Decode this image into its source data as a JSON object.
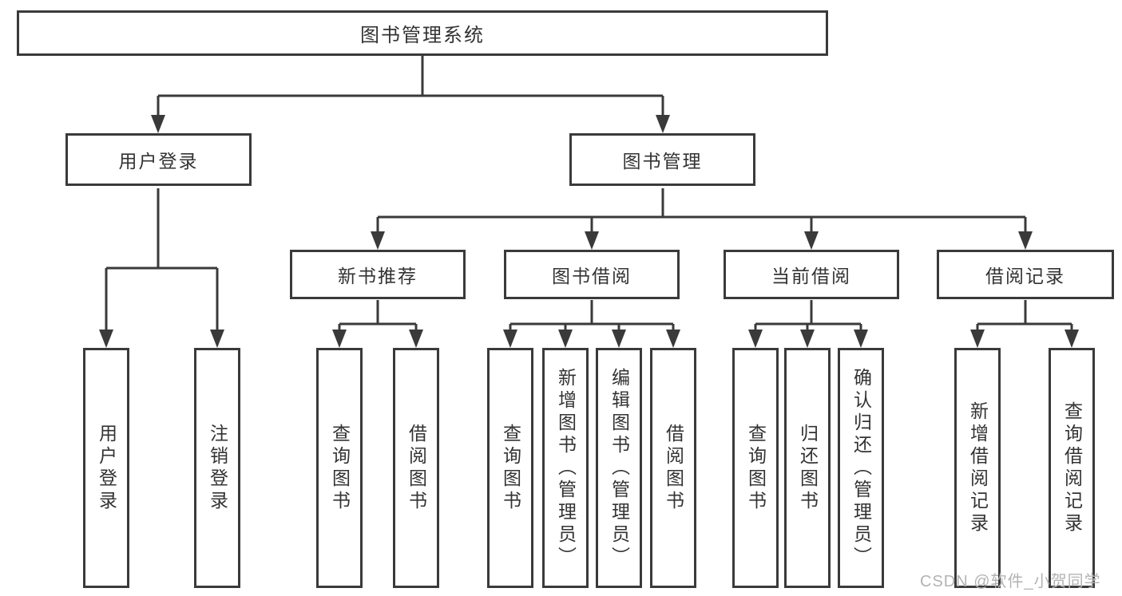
{
  "diagram": {
    "root": {
      "label": "图书管理系统"
    },
    "level2": [
      {
        "label": "用户登录"
      },
      {
        "label": "图书管理"
      }
    ],
    "level3": [
      {
        "label": "新书推荐"
      },
      {
        "label": "图书借阅"
      },
      {
        "label": "当前借阅"
      },
      {
        "label": "借阅记录"
      }
    ],
    "leaf_groups": [
      {
        "leaves": [
          {
            "label": "用户登录"
          },
          {
            "label": "注销登录"
          }
        ]
      },
      {
        "leaves": [
          {
            "label": "查询图书"
          },
          {
            "label": "借阅图书"
          }
        ]
      },
      {
        "leaves": [
          {
            "label": "查询图书"
          },
          {
            "label": "新增图书（管理员）"
          },
          {
            "label": "编辑图书（管理员）"
          },
          {
            "label": "借阅图书"
          }
        ]
      },
      {
        "leaves": [
          {
            "label": "查询图书"
          },
          {
            "label": "归还图书"
          },
          {
            "label": "确认归还（管理员）"
          }
        ]
      },
      {
        "leaves": [
          {
            "label": "新增借阅记录"
          },
          {
            "label": "查询借阅记录"
          }
        ]
      }
    ]
  },
  "watermark": {
    "text": "CSDN @软件_小贺同学"
  },
  "colors": {
    "line": "#3a3a3a",
    "text": "#333333",
    "watermark": "#b3b3b3",
    "background": "#ffffff"
  }
}
